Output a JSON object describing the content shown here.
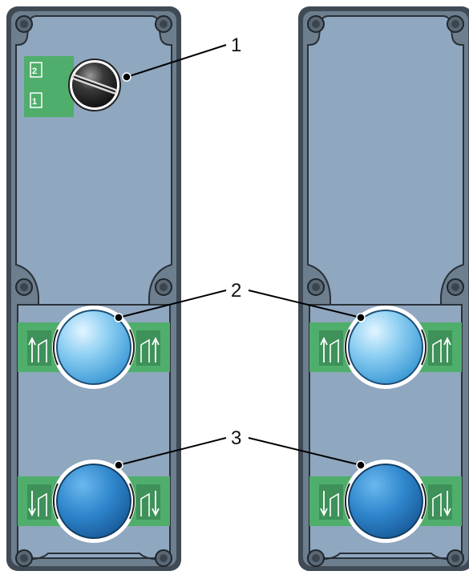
{
  "colors": {
    "housing_dark": "#3f4a55",
    "housing_mid": "#6d7e8e",
    "panel_face": "#8fa7bf",
    "gasket_outline": "#2a3138",
    "label_plate": "#4fae6b",
    "button_light": "#7fc7ef",
    "button_dark": "#2f86cc",
    "selector_black": "#1c1c1c",
    "callout_line": "#000000"
  },
  "callouts": {
    "selector": "1",
    "upper_buttons": "2",
    "lower_buttons": "3"
  },
  "selector_plate": {
    "position_top": "2",
    "position_bottom": "1"
  },
  "icons": {
    "selector_switch": "key-selector-icon",
    "up_arrow": "up-arrow-icon",
    "down_arrow": "down-arrow-icon",
    "contact_symbol": "contact-symbol-icon"
  }
}
